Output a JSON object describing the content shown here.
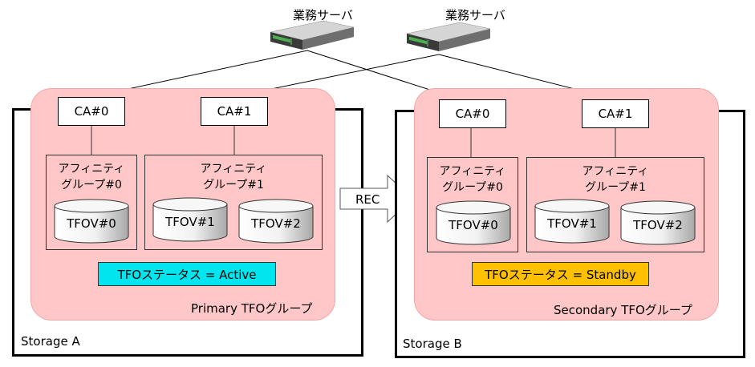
{
  "servers": [
    {
      "label": "業務サーバ",
      "icon": "rack-server-icon"
    },
    {
      "label": "業務サーバ",
      "icon": "rack-server-icon"
    }
  ],
  "storages": [
    {
      "label": "Storage A",
      "tfo_group_label": "Primary TFOグループ",
      "ca": [
        "CA#0",
        "CA#1"
      ],
      "affinity_groups": [
        {
          "title_line1": "アフィニティ",
          "title_line2": "グループ#0",
          "volumes": [
            "TFOV#0"
          ]
        },
        {
          "title_line1": "アフィニティ",
          "title_line2": "グループ#1",
          "volumes": [
            "TFOV#1",
            "TFOV#2"
          ]
        }
      ],
      "status": {
        "text": "TFOステータス = Active",
        "color": "#00e5ee"
      }
    },
    {
      "label": "Storage B",
      "tfo_group_label": "Secondary TFOグループ",
      "ca": [
        "CA#0",
        "CA#1"
      ],
      "affinity_groups": [
        {
          "title_line1": "アフィニティ",
          "title_line2": "グループ#0",
          "volumes": [
            "TFOV#0"
          ]
        },
        {
          "title_line1": "アフィニティ",
          "title_line2": "グループ#1",
          "volumes": [
            "TFOV#1",
            "TFOV#2"
          ]
        }
      ],
      "status": {
        "text": "TFOステータス = Standby",
        "color": "#ffc000"
      }
    }
  ],
  "replication": {
    "label": "REC",
    "direction": "A-to-B"
  },
  "colors": {
    "tfo_group_fill": "#ffc7c7",
    "tfo_group_border": "#f4a6a6"
  }
}
